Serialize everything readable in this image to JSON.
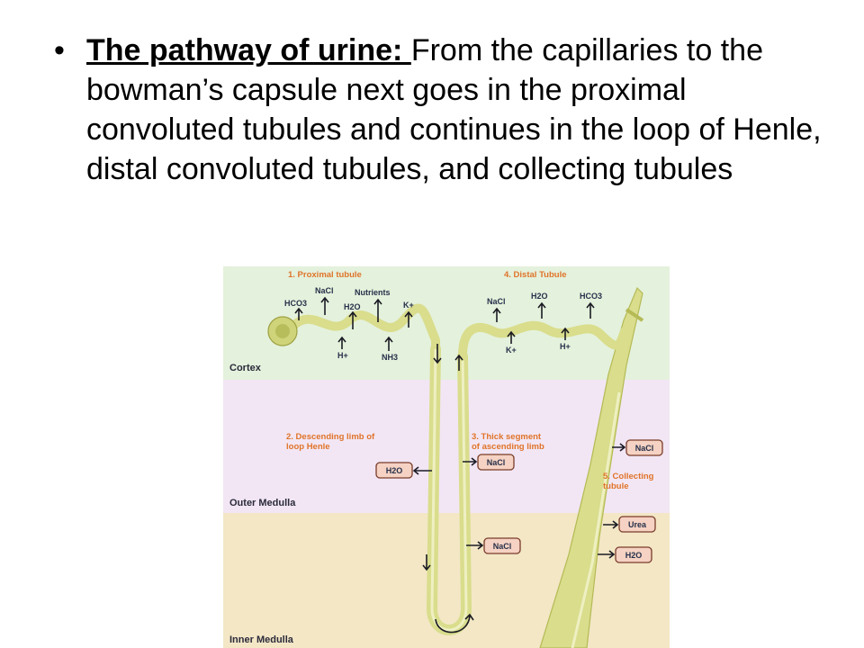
{
  "bullet": {
    "symbol": "•",
    "heading": "The pathway of urine: ",
    "body": "From the capillaries to the bowman’s capsule next goes in the proximal convoluted tubules and continues in the loop of Henle, distal convoluted tubules, and collecting tubules"
  },
  "diagram": {
    "zones": {
      "cortex": "Cortex",
      "outer_medulla": "Outer Medulla",
      "inner_medulla": "Inner Medulla"
    },
    "labels": {
      "proximal_tubule": "1. Proximal tubule",
      "distal_tubule": "4. Distal Tubule",
      "descending_1": "2. Descending limb of",
      "descending_2": "loop Henle",
      "thick_1": "3. Thick segment",
      "thick_2": "of ascending limb",
      "collecting_1": "5. Collecting",
      "collecting_2": "tubule"
    },
    "chemicals": {
      "hco3_left": "HCO3",
      "nacl_left": "NaCl",
      "h2o_left": "H2O",
      "nutrients": "Nutrients",
      "k_left": "K+",
      "h_left": "H+",
      "nh3": "NH3",
      "nacl_distal": "NaCl",
      "h2o_distal": "H2O",
      "hco3_distal": "HCO3",
      "k_distal": "K+",
      "h_distal": "H+"
    },
    "boxes": {
      "h2o_descending": "H2O",
      "nacl_thick": "NaCl",
      "nacl_inner": "NaCl",
      "nacl_collecting": "NaCl",
      "urea": "Urea",
      "h2o_collecting": "H2O"
    },
    "colors": {
      "cortex_bg": "#e4f1dc",
      "outer_medulla_bg": "#f2e6f4",
      "inner_medulla_bg": "#f3e7c6",
      "tubule": "#d9dd8c",
      "tubule_edge": "#b5ba55",
      "label_orange": "#e0742a",
      "box_fill": "#f5d2c3",
      "box_edge": "#7a3c2a"
    }
  }
}
